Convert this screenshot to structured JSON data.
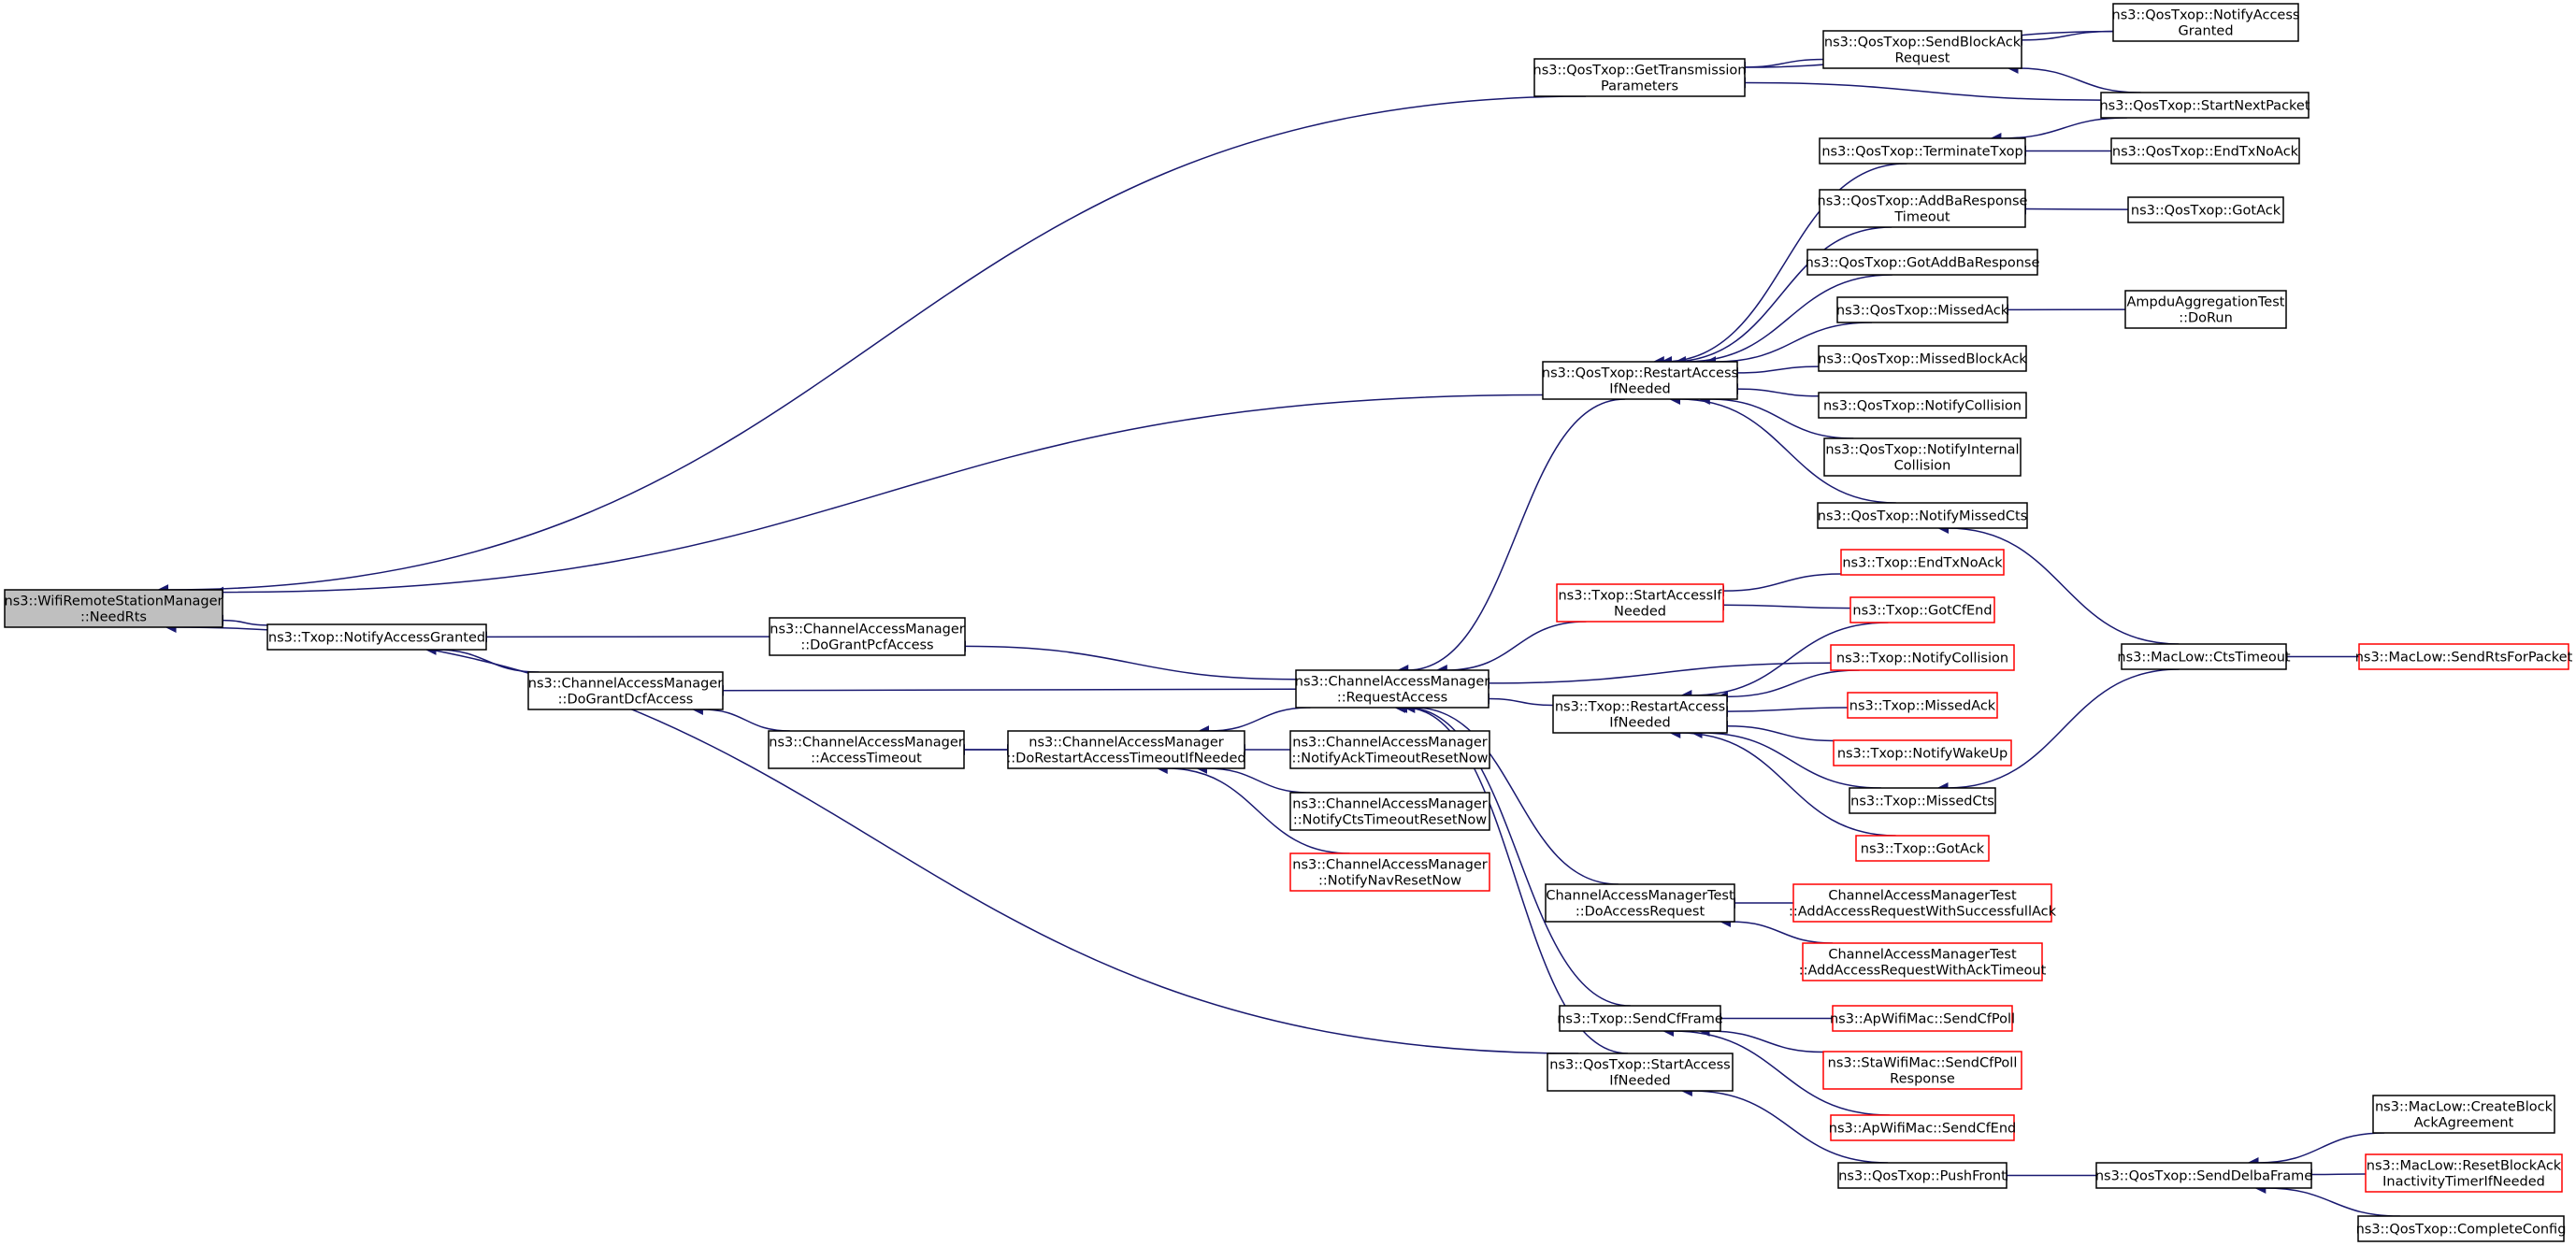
{
  "colors": {
    "edge": "#191970",
    "node_border": "#000000",
    "highlight_border": "#ff0000",
    "root_fill": "#bfbfbf"
  },
  "nodes": [
    {
      "id": "root",
      "lines": [
        "ns3::WifiRemoteStationManager",
        "::NeedRts"
      ],
      "style": "root"
    },
    {
      "id": "txop_nag",
      "lines": [
        "ns3::Txop::NotifyAccessGranted"
      ],
      "style": "normal"
    },
    {
      "id": "cam_dgpcf",
      "lines": [
        "ns3::ChannelAccessManager",
        "::DoGrantPcfAccess"
      ],
      "style": "normal"
    },
    {
      "id": "cam_dgdcf",
      "lines": [
        "ns3::ChannelAccessManager",
        "::DoGrantDcfAccess"
      ],
      "style": "normal"
    },
    {
      "id": "cam_at",
      "lines": [
        "ns3::ChannelAccessManager",
        "::AccessTimeout"
      ],
      "style": "normal"
    },
    {
      "id": "cam_drat",
      "lines": [
        "ns3::ChannelAccessManager",
        "::DoRestartAccessTimeoutIfNeeded"
      ],
      "style": "normal"
    },
    {
      "id": "cam_natrn",
      "lines": [
        "ns3::ChannelAccessManager",
        "::NotifyAckTimeoutResetNow"
      ],
      "style": "normal"
    },
    {
      "id": "cam_nctrn",
      "lines": [
        "ns3::ChannelAccessManager",
        "::NotifyCtsTimeoutResetNow"
      ],
      "style": "normal"
    },
    {
      "id": "cam_nnrn",
      "lines": [
        "ns3::ChannelAccessManager",
        "::NotifyNavResetNow"
      ],
      "style": "red"
    },
    {
      "id": "cam_ra",
      "lines": [
        "ns3::ChannelAccessManager",
        "::RequestAccess"
      ],
      "style": "normal"
    },
    {
      "id": "qt_gtp",
      "lines": [
        "ns3::QosTxop::GetTransmission",
        "Parameters"
      ],
      "style": "normal"
    },
    {
      "id": "qt_sbar",
      "lines": [
        "ns3::QosTxop::SendBlockAck",
        "Request"
      ],
      "style": "normal"
    },
    {
      "id": "qt_nag",
      "lines": [
        "ns3::QosTxop::NotifyAccess",
        "Granted"
      ],
      "style": "normal"
    },
    {
      "id": "qt_snp",
      "lines": [
        "ns3::QosTxop::StartNextPacket"
      ],
      "style": "normal"
    },
    {
      "id": "qt_tt",
      "lines": [
        "ns3::QosTxop::TerminateTxop"
      ],
      "style": "normal"
    },
    {
      "id": "qt_etna",
      "lines": [
        "ns3::QosTxop::EndTxNoAck"
      ],
      "style": "normal"
    },
    {
      "id": "qt_abrt",
      "lines": [
        "ns3::QosTxop::AddBaResponse",
        "Timeout"
      ],
      "style": "normal"
    },
    {
      "id": "qt_gack",
      "lines": [
        "ns3::QosTxop::GotAck"
      ],
      "style": "normal"
    },
    {
      "id": "qt_gabr",
      "lines": [
        "ns3::QosTxop::GotAddBaResponse"
      ],
      "style": "normal"
    },
    {
      "id": "qt_mack",
      "lines": [
        "ns3::QosTxop::MissedAck"
      ],
      "style": "normal"
    },
    {
      "id": "ampdu",
      "lines": [
        "AmpduAggregationTest",
        "::DoRun"
      ],
      "style": "normal"
    },
    {
      "id": "qt_mba",
      "lines": [
        "ns3::QosTxop::MissedBlockAck"
      ],
      "style": "normal"
    },
    {
      "id": "qt_ncol",
      "lines": [
        "ns3::QosTxop::NotifyCollision"
      ],
      "style": "normal"
    },
    {
      "id": "qt_nic",
      "lines": [
        "ns3::QosTxop::NotifyInternal",
        "Collision"
      ],
      "style": "normal"
    },
    {
      "id": "qt_mcts",
      "lines": [
        "ns3::QosTxop::NotifyMissedCts"
      ],
      "style": "normal"
    },
    {
      "id": "qt_rai",
      "lines": [
        "ns3::QosTxop::RestartAccess",
        "IfNeeded"
      ],
      "style": "normal"
    },
    {
      "id": "ml_ctst",
      "lines": [
        "ns3::MacLow::CtsTimeout"
      ],
      "style": "normal"
    },
    {
      "id": "ml_srfp",
      "lines": [
        "ns3::MacLow::SendRtsForPacket"
      ],
      "style": "red"
    },
    {
      "id": "tx_sai",
      "lines": [
        "ns3::Txop::StartAccessIf",
        "Needed"
      ],
      "style": "red"
    },
    {
      "id": "tx_etna",
      "lines": [
        "ns3::Txop::EndTxNoAck"
      ],
      "style": "red"
    },
    {
      "id": "tx_gcfe",
      "lines": [
        "ns3::Txop::GotCfEnd"
      ],
      "style": "red"
    },
    {
      "id": "tx_ncol",
      "lines": [
        "ns3::Txop::NotifyCollision"
      ],
      "style": "red"
    },
    {
      "id": "tx_rai",
      "lines": [
        "ns3::Txop::RestartAccess",
        "IfNeeded"
      ],
      "style": "normal"
    },
    {
      "id": "tx_mack",
      "lines": [
        "ns3::Txop::MissedAck"
      ],
      "style": "red"
    },
    {
      "id": "tx_nwu",
      "lines": [
        "ns3::Txop::NotifyWakeUp"
      ],
      "style": "red"
    },
    {
      "id": "tx_mcts",
      "lines": [
        "ns3::Txop::MissedCts"
      ],
      "style": "normal"
    },
    {
      "id": "tx_gack",
      "lines": [
        "ns3::Txop::GotAck"
      ],
      "style": "red"
    },
    {
      "id": "camt_dar",
      "lines": [
        "ChannelAccessManagerTest",
        "::DoAccessRequest"
      ],
      "style": "normal"
    },
    {
      "id": "camt_sack",
      "lines": [
        "ChannelAccessManagerTest",
        "::AddAccessRequestWithSuccessfullAck"
      ],
      "style": "red"
    },
    {
      "id": "camt_ackto",
      "lines": [
        "ChannelAccessManagerTest",
        "::AddAccessRequestWithAckTimeout"
      ],
      "style": "red"
    },
    {
      "id": "tx_scff",
      "lines": [
        "ns3::Txop::SendCfFrame"
      ],
      "style": "normal"
    },
    {
      "id": "ap_scfp",
      "lines": [
        "ns3::ApWifiMac::SendCfPoll"
      ],
      "style": "red"
    },
    {
      "id": "sta_scfpr",
      "lines": [
        "ns3::StaWifiMac::SendCfPoll",
        "Response"
      ],
      "style": "red"
    },
    {
      "id": "ap_scfe",
      "lines": [
        "ns3::ApWifiMac::SendCfEnd"
      ],
      "style": "red"
    },
    {
      "id": "qt_sai",
      "lines": [
        "ns3::QosTxop::StartAccess",
        "IfNeeded"
      ],
      "style": "normal"
    },
    {
      "id": "qt_pf",
      "lines": [
        "ns3::QosTxop::PushFront"
      ],
      "style": "normal"
    },
    {
      "id": "qt_sdf",
      "lines": [
        "ns3::QosTxop::SendDelbaFrame"
      ],
      "style": "normal"
    },
    {
      "id": "ml_cbaa",
      "lines": [
        "ns3::MacLow::CreateBlock",
        "AckAgreement"
      ],
      "style": "normal"
    },
    {
      "id": "ml_rbait",
      "lines": [
        "ns3::MacLow::ResetBlockAck",
        "InactivityTimerIfNeeded"
      ],
      "style": "red"
    },
    {
      "id": "qt_cc",
      "lines": [
        "ns3::QosTxop::CompleteConfig"
      ],
      "style": "normal"
    }
  ]
}
